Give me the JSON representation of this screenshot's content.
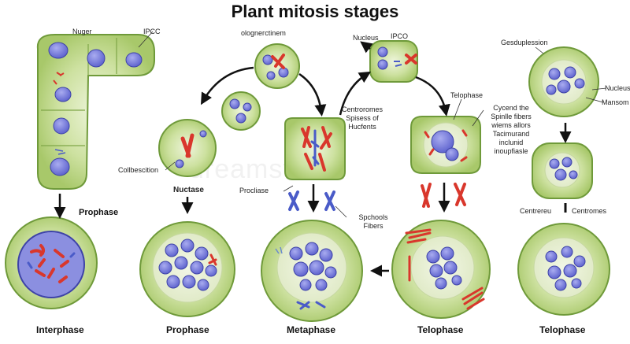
{
  "title": "Plant mitosis stages",
  "watermark": "dreamstime",
  "labels": {
    "nuger": "Nuger",
    "ipcc": "IPCC",
    "ologner": "ologneгctinem",
    "nucleus_top": "Nucleus",
    "ipco": "IPCO",
    "gesduplession": "Gesduplession",
    "nucleus_right": "Nucleus",
    "mansom": "Mansom",
    "centromes_line1": "Centrorоmes",
    "centromes_line2": "Spisess of",
    "centromes_line3": "Hucfents",
    "telophase_top": "Telophase",
    "cycend_line1": "Cycend the",
    "cycend_line2": "Spinlle fibers",
    "cycend_line3": "wiems allors",
    "cycend_line4": "Tacimurand",
    "cycend_line5": "inclunid",
    "cycend_line6": "inoupfiasle",
    "collbescition": "Collbescition",
    "nuctase": "Nuctase",
    "procliase": "Procliase",
    "spchools_line1": "Spchools",
    "spchools_line2": "Fibers",
    "prophase_top": "Prophase",
    "centrereu": "Centrereu",
    "centromes_right": "Centromes"
  },
  "stage_labels": [
    "Interphase",
    "Prophase",
    "Metaphase",
    "Telophase",
    "Telophase"
  ],
  "colors": {
    "cell_fill": "#b5d27a",
    "cell_edge": "#6f9a3a",
    "cell_light": "#e2eec8",
    "nucleus": "#6a6fd6",
    "nucleus_edge": "#3e43a8",
    "chromosome_red": "#d9372c",
    "chromosome_blue": "#4a5bc8",
    "arrow": "#111111"
  }
}
